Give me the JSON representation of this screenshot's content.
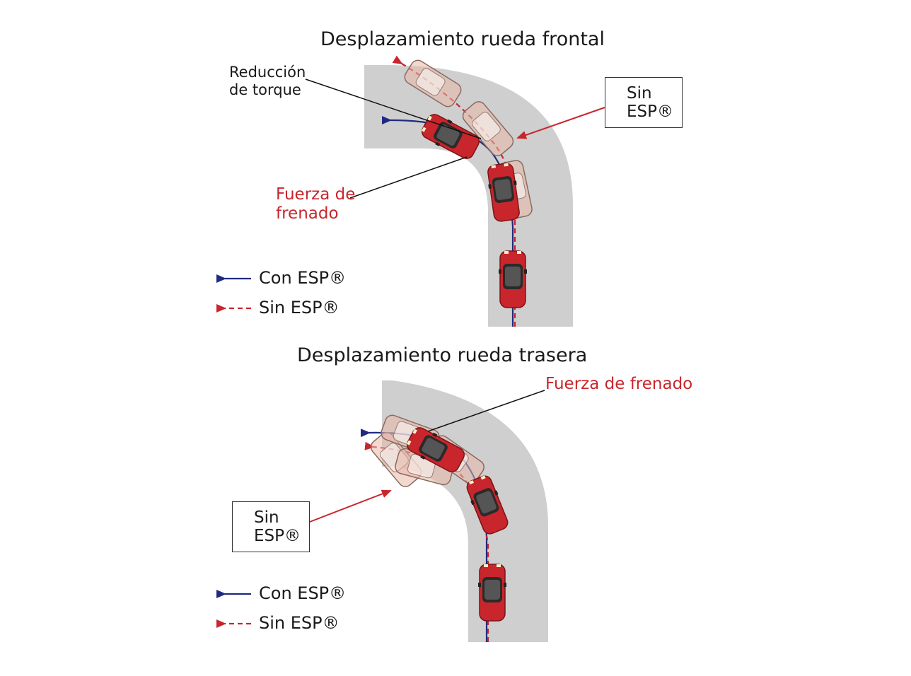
{
  "top": {
    "title": "Desplazamiento rueda frontal",
    "torque_line1": "Reducción",
    "torque_line2": "de torque",
    "brake_line1": "Fuerza de",
    "brake_line2": "frenado",
    "box_line1": "Sin",
    "box_line2": "ESP®",
    "legend_with": "Con ESP®",
    "legend_without": "Sin ESP®"
  },
  "bottom": {
    "title": "Desplazamiento rueda trasera",
    "brake": "Fuerza de frenado",
    "box_line1": "Sin",
    "box_line2": "ESP®",
    "legend_with": "Con ESP®",
    "legend_without": "Sin ESP®"
  },
  "colors": {
    "road": "#cfcfcf",
    "car": "#c8262c",
    "with_esp": "#1f2a80",
    "without_esp": "#c8262c"
  }
}
